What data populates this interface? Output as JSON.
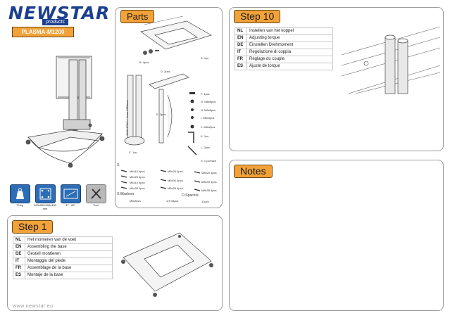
{
  "brand": {
    "name": "NEWSTAR",
    "sub": "products",
    "model": "PLASMA-M1200"
  },
  "specs": [
    {
      "icon": "weight-icon",
      "label": "70 kg"
    },
    {
      "icon": "vesa-icon",
      "label": "200x200/400x400 mm"
    },
    {
      "icon": "screen-size-icon",
      "label": "37 - 60\""
    },
    {
      "icon": "tools-icon",
      "label": "Tool"
    }
  ],
  "parts": {
    "title": "Parts",
    "items": [
      {
        "id": "A",
        "label": "A. 1pc"
      },
      {
        "id": "B",
        "label": "B. 4pcs"
      },
      {
        "id": "C",
        "label": "C. 1pc"
      },
      {
        "id": "D",
        "label": "D. 2pcs"
      },
      {
        "id": "E",
        "label": "E. 2pcs"
      },
      {
        "id": "F",
        "label": "F. 4pcs"
      },
      {
        "id": "G",
        "label": "G. M8x8pcs"
      },
      {
        "id": "H",
        "label": "H. M8x8pcs"
      },
      {
        "id": "I",
        "label": "I. M6x4pcs"
      },
      {
        "id": "J",
        "label": "J. M8x2pcs"
      },
      {
        "id": "K",
        "label": "K. 1pc"
      },
      {
        "id": "L",
        "label": "L. 2pcs"
      },
      {
        "id": "S",
        "label": "S. 1 pc/each"
      }
    ],
    "pole_dim": "1200-1700+/- 1mm 1050mm",
    "bolts_col1": [
      "M4x16 4pcs",
      "M4x25 4pcs",
      "M4x10 4pcs",
      "M4x35 4pcs"
    ],
    "bolts_col2": [
      "M6x20 4pcs",
      "M6x30 4pcs",
      "M6x35 4pcs"
    ],
    "bolts_col3": [
      "M8x20 4pcs",
      "M8x40 4pcs",
      "M8x35 4pcs"
    ],
    "washers_label": "X.Washers",
    "washers_qty": "M5x8pcs",
    "washers_qty2": "1/4\"x8pcs",
    "spacers_label": "O.Spacers",
    "spacers_qty": "12pcs",
    "x_label": "X."
  },
  "step1": {
    "title": "Step 1",
    "rows": [
      {
        "code": "NL",
        "text": "Het monteren van de voet"
      },
      {
        "code": "EN",
        "text": "Assembling the base"
      },
      {
        "code": "DE",
        "text": "Gestell montieren"
      },
      {
        "code": "IT",
        "text": "Montaggio del piede"
      },
      {
        "code": "FR",
        "text": "Assemblage de la base"
      },
      {
        "code": "ES",
        "text": "Montaje de la base"
      }
    ]
  },
  "step10": {
    "title": "Step 10",
    "rows": [
      {
        "code": "NL",
        "text": "Instellen van het koppel"
      },
      {
        "code": "EN",
        "text": "Adjusting torque"
      },
      {
        "code": "DE",
        "text": "Einstellen Drehmoment"
      },
      {
        "code": "IT",
        "text": "Regolazione di coppia"
      },
      {
        "code": "FR",
        "text": "Réglage du couple"
      },
      {
        "code": "ES",
        "text": "Ajuste de torque"
      }
    ]
  },
  "notes": {
    "title": "Notes"
  },
  "footer": {
    "url": "www.newstar.eu"
  }
}
